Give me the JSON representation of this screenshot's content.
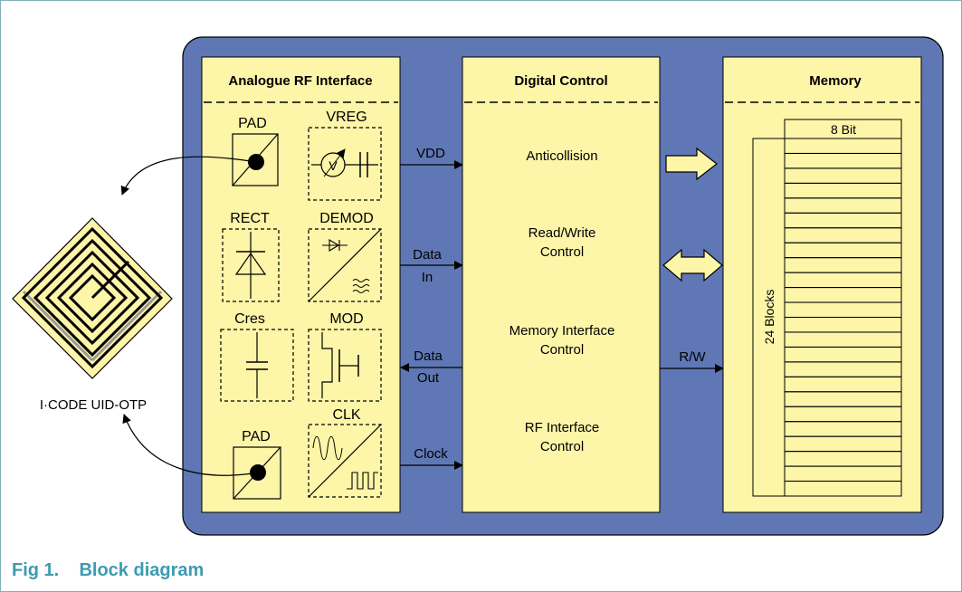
{
  "figure": {
    "caption": "Fig 1.    Block diagram"
  },
  "colors": {
    "panel": "#5f77b4",
    "block": "#fdf5a8",
    "frame": "#7fb0b7",
    "caption": "#3c9bb0"
  },
  "tag": {
    "label": "I·CODE UID-OTP"
  },
  "rf_interface": {
    "title": "Analogue RF Interface",
    "components": {
      "pad_top": "PAD",
      "vreg": "VREG",
      "vreg_symbol": "V",
      "rect": "RECT",
      "demod": "DEMOD",
      "cres": "Cres",
      "mod": "MOD",
      "clk": "CLK",
      "pad_bottom": "PAD"
    }
  },
  "signals": {
    "vdd": "VDD",
    "data_in_1": "Data",
    "data_in_2": "In",
    "data_out_1": "Data",
    "data_out_2": "Out",
    "clock": "Clock",
    "rw": "R/W"
  },
  "digital_control": {
    "title": "Digital Control",
    "items": {
      "anticollision": "Anticollision",
      "rw_1": "Read/Write",
      "rw_2": "Control",
      "mem_1": "Memory Interface",
      "mem_2": "Control",
      "rf_1": "RF Interface",
      "rf_2": "Control"
    }
  },
  "memory": {
    "title": "Memory",
    "width_label": "8 Bit",
    "blocks_label": "24 Blocks",
    "block_count": 24
  }
}
